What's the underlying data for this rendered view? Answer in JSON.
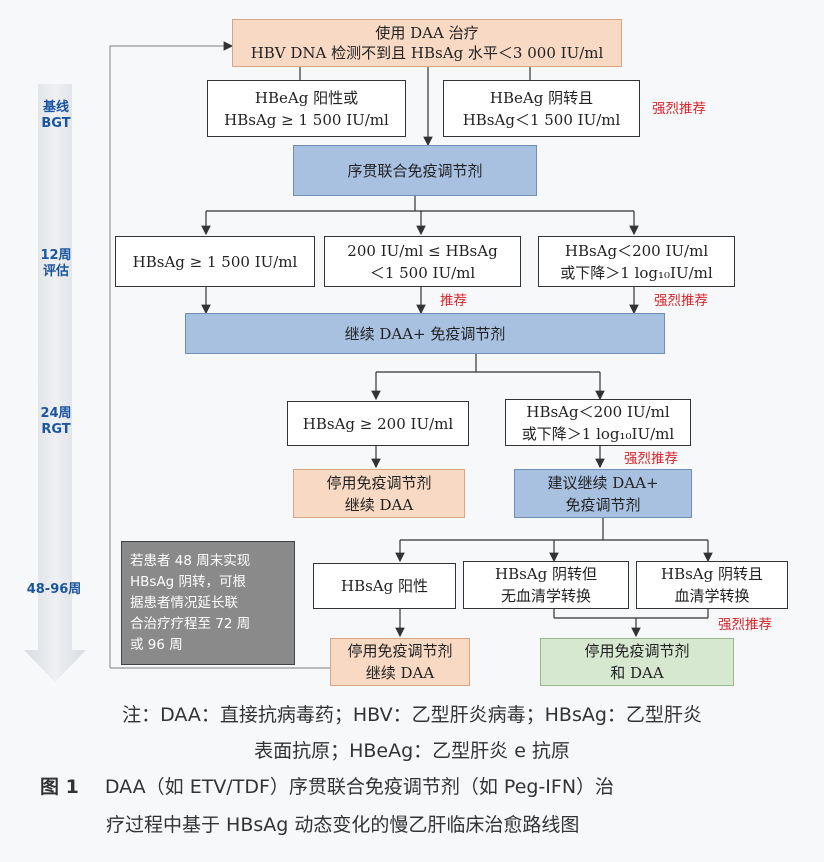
{
  "side": {
    "bgt": "基线\nBGT",
    "w12": "12周\n评估",
    "rgt": "24周\nRGT",
    "w48": "48-96周"
  },
  "boxes": {
    "start_l1": "使用 DAA 治疗",
    "start_l2": "HBV DNA 检测不到且 HBsAg 水平＜3 000 IU/ml",
    "b1_l1": "HBeAg 阳性或",
    "b1_l2": "HBsAg ≥ 1 500 IU/ml",
    "b2_l1": "HBeAg 阴转且",
    "b2_l2": "HBsAg＜1 500 IU/ml",
    "seq": "序贯联合免疫调节剂",
    "w12a": "HBsAg ≥ 1 500 IU/ml",
    "w12b_l1": "200 IU/ml ≤ HBsAg",
    "w12b_l2": "＜1 500 IU/ml",
    "w12c_l1": "HBsAg＜200 IU/ml",
    "w12c_l2": "或下降＞1 log₁₀IU/ml",
    "cont": "继续 DAA+ 免疫调节剂",
    "w24a": "HBsAg ≥ 200 IU/ml",
    "w24b_l1": "HBsAg＜200 IU/ml",
    "w24b_l2": "或下降＞1 log₁₀IU/ml",
    "stop1_l1": "停用免疫调节剂",
    "stop1_l2": "继续 DAA",
    "sugg_l1": "建议继续 DAA+",
    "sugg_l2": "免疫调节剂",
    "grey_l1": "若患者 48 周末实现",
    "grey_l2": "HBsAg 阴转，可根",
    "grey_l3": "据患者情况延长联",
    "grey_l4": "合治疗疗程至 72 周",
    "grey_l5": "或 96 周",
    "w48a": "HBsAg 阳性",
    "w48b_l1": "HBsAg 阴转但",
    "w48b_l2": "无血清学转换",
    "w48c_l1": "HBsAg 阴转且",
    "w48c_l2": "血清学转换",
    "stop2_l1": "停用免疫调节剂",
    "stop2_l2": "继续 DAA",
    "stop3_l1": "停用免疫调节剂",
    "stop3_l2": "和 DAA"
  },
  "recs": {
    "r1": "强烈推荐",
    "r2": "推荐",
    "r3": "强烈推荐",
    "r4": "强烈推荐",
    "r5": "强烈推荐"
  },
  "note_l1": "注：DAA：直接抗病毒药；HBV：乙型肝炎病毒；HBsAg：乙型肝炎",
  "note_l2": "表面抗原；HBeAg：乙型肝炎 e 抗原",
  "caption_label": "图 1",
  "caption_l1": "DAA（如 ETV/TDF）序贯联合免疫调节剂（如 Peg-IFN）治",
  "caption_l2": "疗过程中基于 HBsAg 动态变化的慢乙肝临床治愈路线图",
  "colors": {
    "orange": "#f7d9c4",
    "blue": "#a8c1e1",
    "green": "#d6e8cf",
    "grey": "#8a8a8a",
    "red": "#d8232a",
    "side_blue": "#1b55a0"
  }
}
